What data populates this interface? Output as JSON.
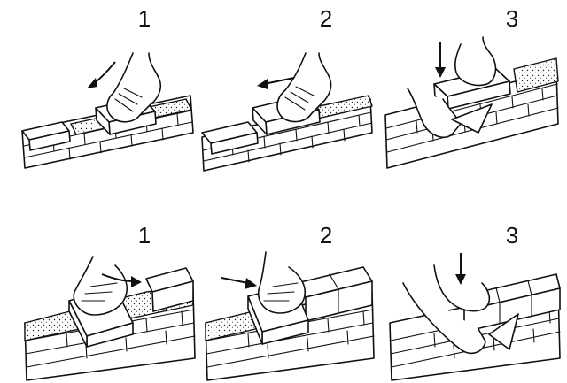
{
  "rows": [
    {
      "steps": [
        {
          "label": "1"
        },
        {
          "label": "2"
        },
        {
          "label": "3"
        }
      ]
    },
    {
      "steps": [
        {
          "label": "1"
        },
        {
          "label": "2"
        },
        {
          "label": "3"
        }
      ]
    }
  ]
}
